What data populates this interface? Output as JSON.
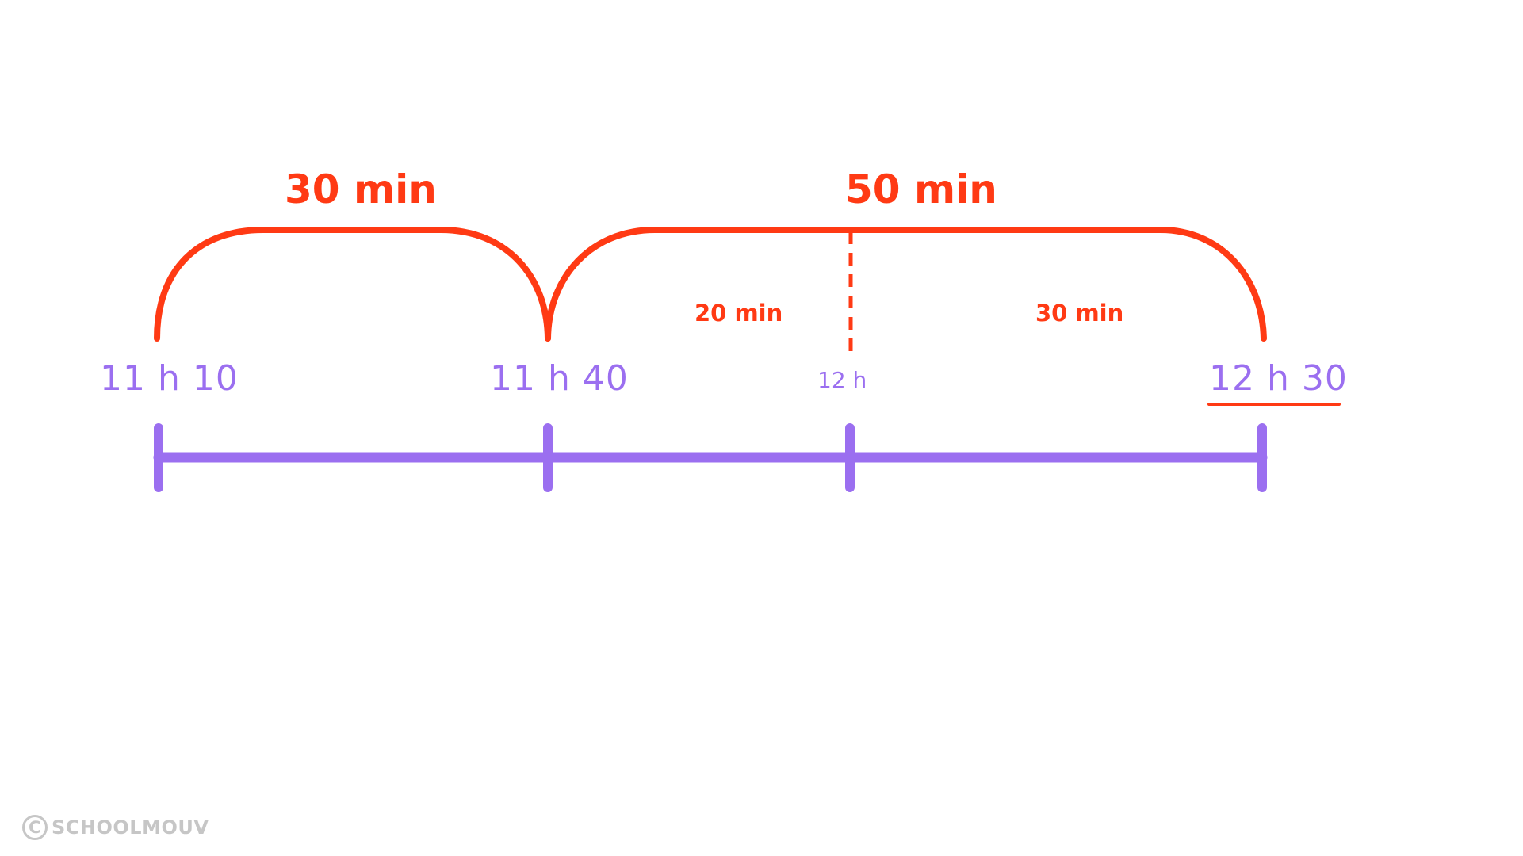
{
  "diagram": {
    "times": [
      "11 h 10",
      "11 h 40",
      "12 h",
      "12 h 30"
    ],
    "durations_large": [
      "30 min",
      "50 min"
    ],
    "durations_small": [
      "20 min",
      "30 min"
    ],
    "answer_time": "12 h 30"
  },
  "colors": {
    "timeline": "#9b6ff0",
    "arc": "#ff3a14",
    "watermark": "#c6c6c6"
  },
  "watermark": {
    "symbol": "C",
    "text": "SCHOOLMOUV"
  }
}
